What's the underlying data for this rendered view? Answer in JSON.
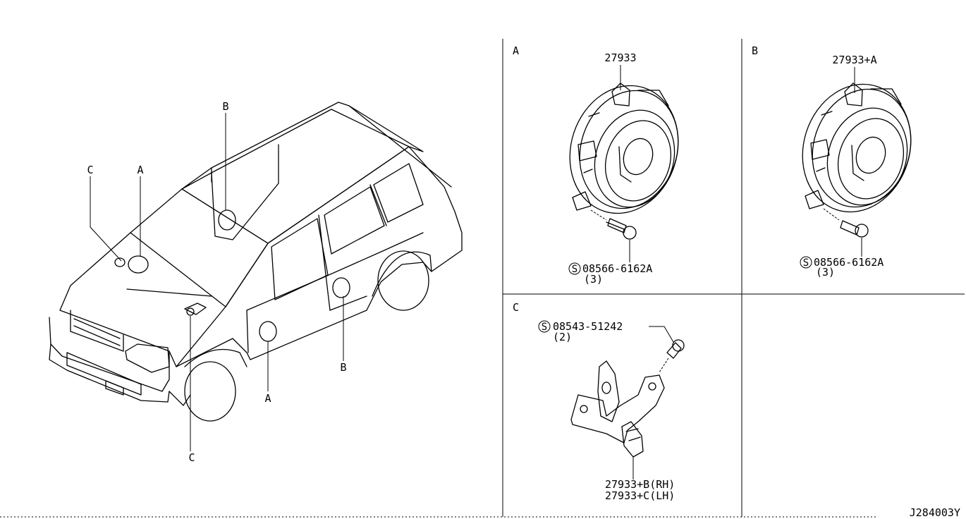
{
  "vehicle_callouts": {
    "c_top": "C",
    "a_top": "A",
    "b_top": "B",
    "b_bottom": "B",
    "a_bottom": "A",
    "c_bottom": "C"
  },
  "panel_a": {
    "letter": "A",
    "part_number": "27933",
    "screw_symbol": "S",
    "screw_part": "08566-6162A",
    "screw_qty": "(3)"
  },
  "panel_b": {
    "letter": "B",
    "part_number": "27933+A",
    "screw_symbol": "S",
    "screw_part": "08566-6162A",
    "screw_qty": "(3)"
  },
  "panel_c": {
    "letter": "C",
    "screw_symbol": "S",
    "screw_part": "08543-51242",
    "screw_qty": "(2)",
    "part_rh": "27933+B(RH)",
    "part_lh": "27933+C(LH)"
  },
  "diagram_code": "J284003Y"
}
